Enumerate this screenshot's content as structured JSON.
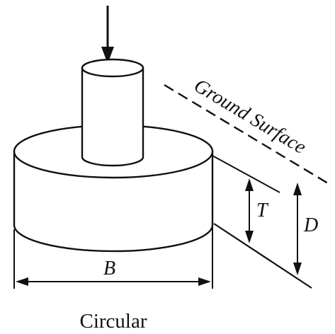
{
  "labels": {
    "ground_surface": "Ground Surface",
    "t_dim": "T",
    "d_dim": "D",
    "b_dim": "B",
    "caption": "Circular"
  },
  "colors": {
    "ink": "#111111",
    "background": "#ffffff"
  }
}
